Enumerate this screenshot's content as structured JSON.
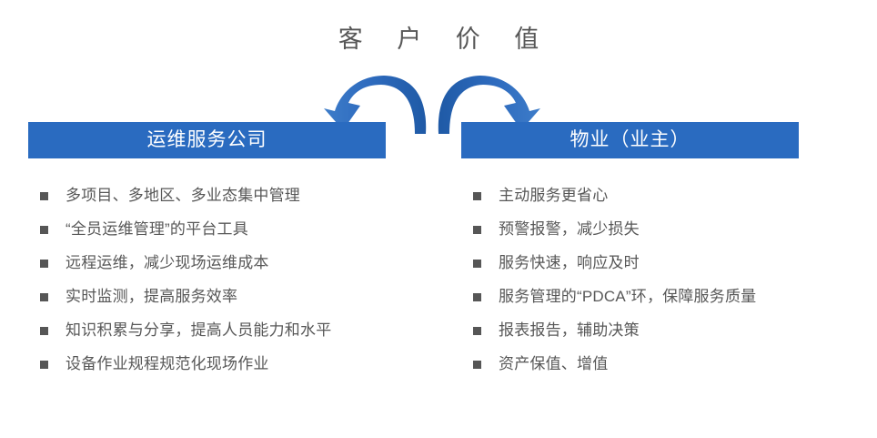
{
  "slide": {
    "title": "客  户  价  值",
    "background_color": "#FFFFFF",
    "accent_color": "#2A6BC0",
    "text_color": "#575757",
    "bullet_color": "#565656"
  },
  "arrows": {
    "left_arrow_name": "curved-arrow-down-left",
    "right_arrow_name": "curved-arrow-down-right",
    "color_light": "#3D7CC9",
    "color_dark": "#1F5AA6"
  },
  "columns": [
    {
      "header": "运维服务公司",
      "bullets": [
        "多项目、多地区、多业态集中管理",
        "“全员运维管理”的平台工具",
        "远程运维，减少现场运维成本",
        "实时监测，提高服务效率",
        "知识积累与分享，提高人员能力和水平",
        "设备作业规程规范化现场作业"
      ]
    },
    {
      "header": "物业（业主）",
      "bullets": [
        "主动服务更省心",
        "预警报警，减少损失",
        "服务快速，响应及时",
        "服务管理的“PDCA”环，保障服务质量",
        "报表报告，辅助决策",
        "资产保值、增值"
      ]
    }
  ]
}
